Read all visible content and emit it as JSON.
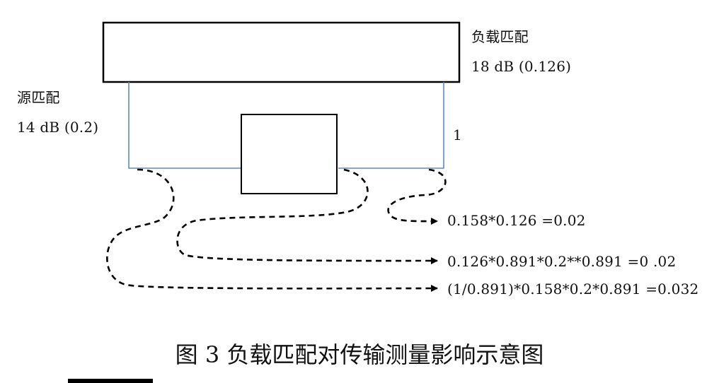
{
  "labels": {
    "load_match_title": "负载匹配",
    "load_match_value": "18 dB (0.126)",
    "source_match_title": "源匹配",
    "source_match_value": "14 dB (0.2)",
    "port_label": "1"
  },
  "paths": [
    {
      "expression": "0.158*0.126 =0.02"
    },
    {
      "expression": "0.126*0.891*0.2**0.891 =0 .02"
    },
    {
      "expression": "(1/0.891)*0.158*0.2*0.891 =0.032"
    }
  ],
  "caption": "图 3 负载匹配对传输测量影响示意图",
  "colors": {
    "stroke": "#000000",
    "connector": "#5b8bc9"
  }
}
